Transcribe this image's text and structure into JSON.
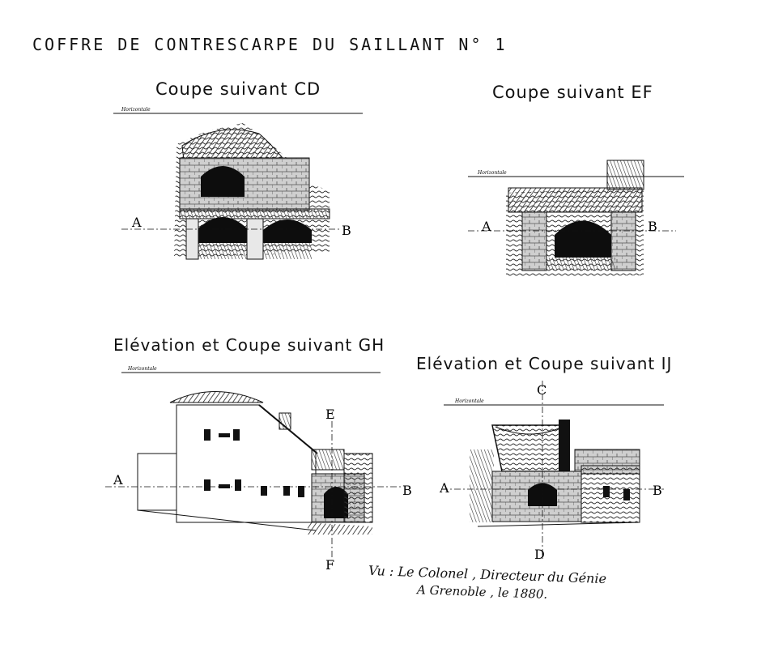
{
  "title": "COFFRE DE CONTRESCARPE DU SAILLANT N° 1",
  "sections": {
    "cd": {
      "title": "Coupe suivant CD",
      "left": "A",
      "right": "B",
      "horizontal": "Horizontale"
    },
    "ef": {
      "title": "Coupe suivant EF",
      "left": "A",
      "right": "B",
      "horizontal": "Horizontale"
    },
    "gh": {
      "title": "Elévation et Coupe suivant GH",
      "left": "A",
      "right": "B",
      "top": "E",
      "bottom": "F",
      "horizontal": "Horizontale"
    },
    "ij": {
      "title": "Elévation et Coupe suivant IJ",
      "left": "A",
      "right": "B",
      "top": "C",
      "bottom": "D",
      "horizontal": "Horizontale"
    }
  },
  "signature": {
    "line1": "Vu : Le Colonel , Directeur du Génie",
    "line2": "A Grenoble , le 1880."
  }
}
